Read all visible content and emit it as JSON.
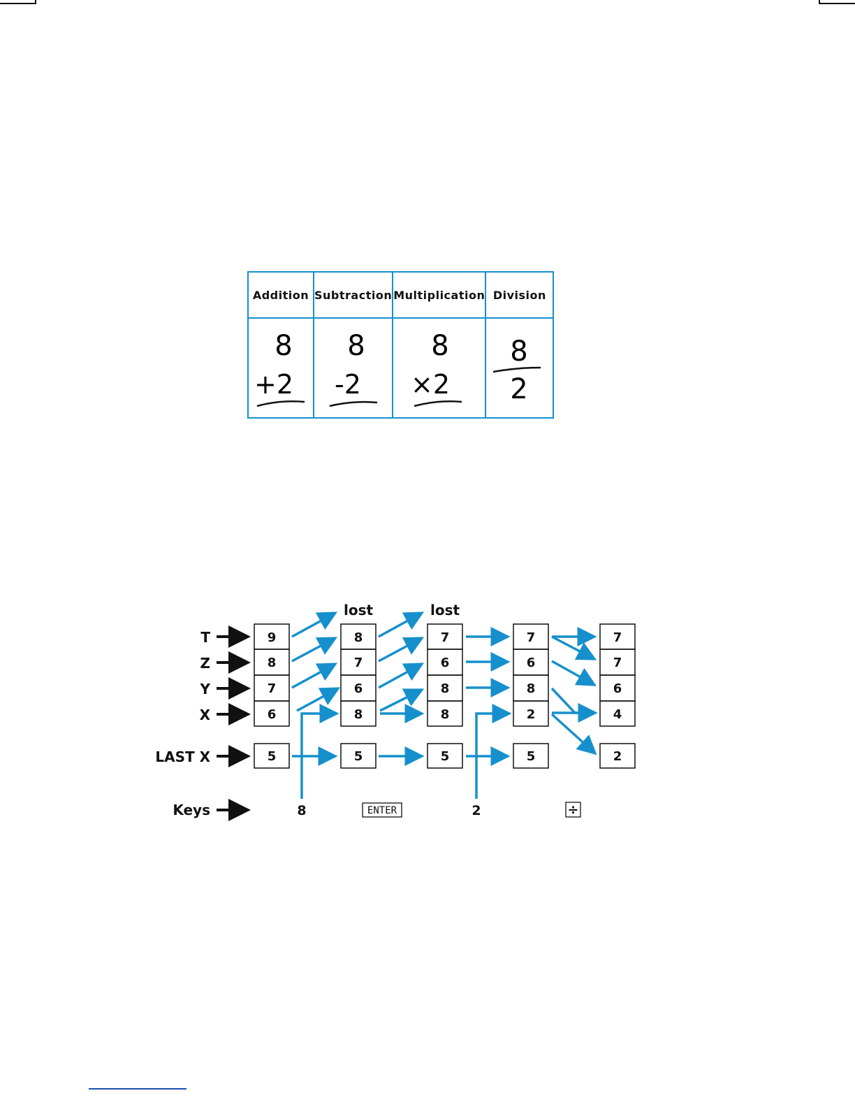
{
  "operations_table": {
    "headers": [
      "Addition",
      "Subtraction",
      "Multiplication",
      "Division"
    ],
    "problems": [
      {
        "top": "8",
        "bottom": "+2"
      },
      {
        "top": "8",
        "bottom": "-2"
      },
      {
        "top": "8",
        "bottom": "×2"
      },
      {
        "top": "8",
        "bottom": "2"
      }
    ]
  },
  "stack_diagram": {
    "register_labels": [
      "T",
      "Z",
      "Y",
      "X"
    ],
    "last_x_label": "LAST X",
    "keys_label": "Keys",
    "lost_label": "lost",
    "columns": [
      {
        "stack": [
          "9",
          "8",
          "7",
          "6"
        ],
        "last_x": "5"
      },
      {
        "stack": [
          "8",
          "7",
          "6",
          "8"
        ],
        "last_x": "5"
      },
      {
        "stack": [
          "7",
          "6",
          "8",
          "8"
        ],
        "last_x": "5"
      },
      {
        "stack": [
          "7",
          "6",
          "8",
          "2"
        ],
        "last_x": "5"
      },
      {
        "stack": [
          "7",
          "7",
          "6",
          "4"
        ],
        "last_x": "2"
      }
    ],
    "keys": {
      "k8": "8",
      "enter": "ENTER",
      "k2": "2",
      "divide": "÷"
    },
    "colors": {
      "arrow_blue": "#1690cc",
      "black": "#111111"
    }
  }
}
